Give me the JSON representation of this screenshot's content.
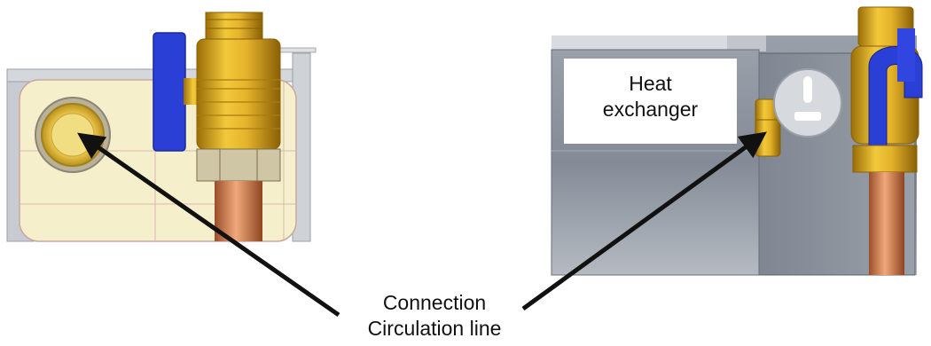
{
  "labels": {
    "heat_exchanger_line1": "Heat",
    "heat_exchanger_line2": "exchanger",
    "connection_line1": "Connection",
    "connection_line2": "Circulation line"
  },
  "colors": {
    "valve_handle_blue": "#2a3fd6",
    "brass": "#d9a514",
    "copper_pipe": "#d98552",
    "arrow": "#111111",
    "panel_cream": "#f6efcc",
    "housing_grey": "#8f96a1"
  },
  "icons": [
    "ball-valve-icon",
    "pressure-gauge-icon",
    "connection-fitting-icon"
  ]
}
